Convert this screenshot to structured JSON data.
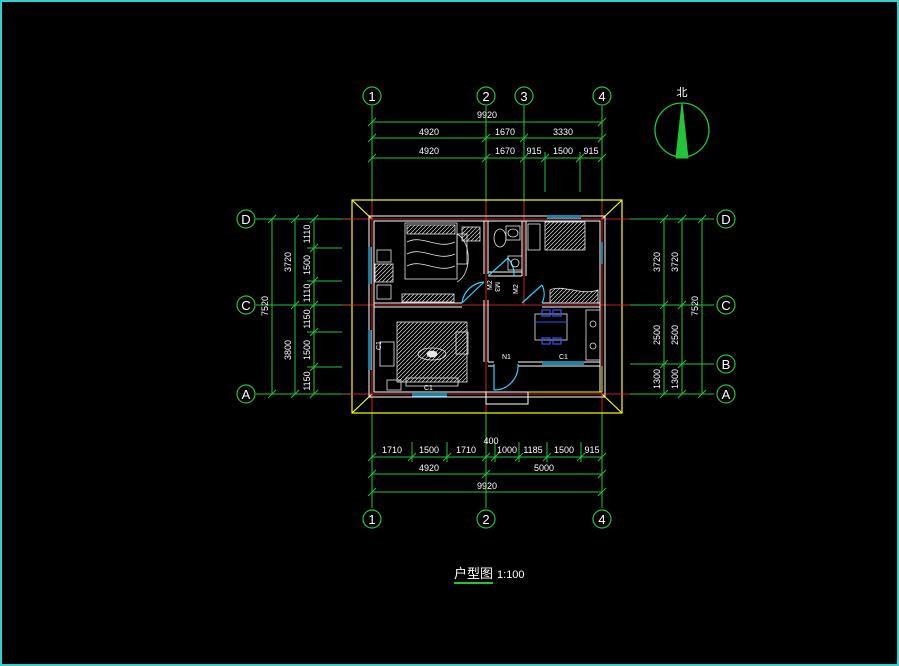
{
  "drawing": {
    "title": "户型图",
    "scale": "1:100",
    "north_label": "北"
  },
  "axes": {
    "top": [
      "1",
      "2",
      "3",
      "4"
    ],
    "bottom": [
      "1",
      "2",
      "4"
    ],
    "left": [
      "D",
      "C",
      "A"
    ],
    "right": [
      "D",
      "C",
      "B",
      "A"
    ]
  },
  "dimensions": {
    "top_total": "9920",
    "top_row1": [
      "4920",
      "1670",
      "3330"
    ],
    "top_row2": [
      "4920",
      "1670",
      "915",
      "1500",
      "915"
    ],
    "bottom_row1": [
      "1710",
      "1500",
      "1710",
      "1000",
      "1185",
      "1500",
      "915"
    ],
    "bottom_extra": "400",
    "bottom_row2": [
      "4920",
      "5000"
    ],
    "bottom_total": "9920",
    "left_outer": "7520",
    "left_mid": [
      "3720",
      "3800"
    ],
    "left_inner": [
      "1110",
      "1500",
      "1110",
      "1150",
      "1500",
      "1150"
    ],
    "right_inner": [
      "3720",
      "2500",
      "1300"
    ],
    "right_mid": [
      "3720",
      "2500",
      "1300"
    ],
    "right_outer": "7520"
  },
  "labels": {
    "doors": [
      "M3",
      "M2",
      "M2",
      "N1"
    ],
    "windows": [
      "C1",
      "C1",
      "C1"
    ]
  },
  "colors": {
    "dim_line": "#22c43a",
    "axis_circle": "#22c43a",
    "wall": "#ffffff",
    "roof_outline": "#ffff00",
    "grid_line": "#ff2a2a",
    "door_window": "#30d0ff",
    "furniture": "#e8e8e8",
    "dining_blue": "#3a4cff"
  }
}
